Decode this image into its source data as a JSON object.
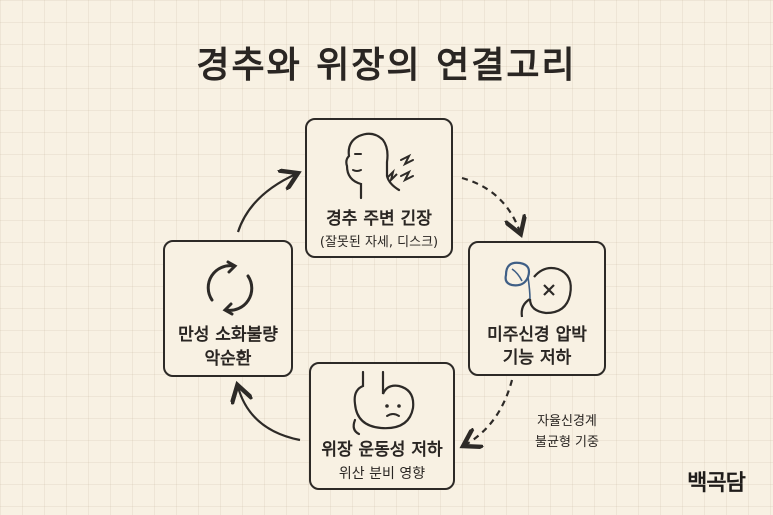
{
  "title": "경추와 위장의 연결고리",
  "nodes": {
    "neck": {
      "label": "경추 주변 긴장",
      "sub": "(잘못된 자세, 디스크)"
    },
    "vagus": {
      "line1": "미주신경 압박",
      "line2": "기능 저하"
    },
    "stomach": {
      "line1": "위장 운동성 저하",
      "line2": "위산 분비 영향"
    },
    "cycle": {
      "line1": "만성 소화불량",
      "line2": "악순환"
    }
  },
  "side_note": {
    "line1": "자율신경계",
    "line2": "불균형 기중"
  },
  "logo": "백곡담",
  "colors": {
    "stroke": "#2d2a27",
    "accent": "#3f5f86",
    "background": "#f8f1e3"
  },
  "icons": {
    "neck": "neck-pain-icon",
    "vagus": "stomach-nerve-icon",
    "stomach": "upset-stomach-icon",
    "cycle": "cycle-arrows-icon"
  }
}
